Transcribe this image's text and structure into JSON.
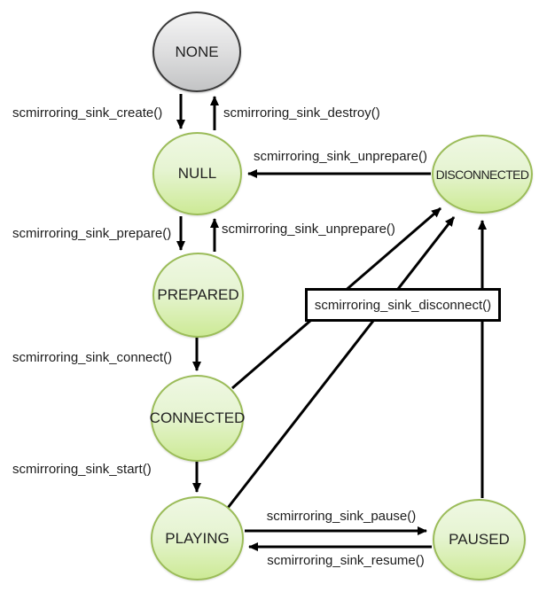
{
  "states": {
    "none": {
      "label": "NONE",
      "style": "gray"
    },
    "null": {
      "label": "NULL",
      "style": "green"
    },
    "prepared": {
      "label": "PREPARED",
      "style": "green"
    },
    "connected": {
      "label": "CONNECTED",
      "style": "green"
    },
    "playing": {
      "label": "PLAYING",
      "style": "green"
    },
    "paused": {
      "label": "PAUSED",
      "style": "green"
    },
    "disconnected": {
      "label": "DISCONNECTED",
      "style": "green"
    }
  },
  "transitions": {
    "create": {
      "label": "scmirroring_sink_create()",
      "from": "NONE",
      "to": "NULL"
    },
    "destroy": {
      "label": "scmirroring_sink_destroy()",
      "from": "NULL",
      "to": "NONE"
    },
    "unprepare_from_disconnected": {
      "label": "scmirroring_sink_unprepare()",
      "from": "DISCONNECTED",
      "to": "NULL"
    },
    "prepare": {
      "label": "scmirroring_sink_prepare()",
      "from": "NULL",
      "to": "PREPARED"
    },
    "unprepare_from_prepared": {
      "label": "scmirroring_sink_unprepare()",
      "from": "PREPARED",
      "to": "NULL"
    },
    "connect": {
      "label": "scmirroring_sink_connect()",
      "from": "PREPARED",
      "to": "CONNECTED"
    },
    "start": {
      "label": "scmirroring_sink_start()",
      "from": "CONNECTED",
      "to": "PLAYING"
    },
    "pause": {
      "label": "scmirroring_sink_pause()",
      "from": "PLAYING",
      "to": "PAUSED"
    },
    "resume": {
      "label": "scmirroring_sink_resume()",
      "from": "PAUSED",
      "to": "PLAYING"
    },
    "disconnect": {
      "label": "scmirroring_sink_disconnect()",
      "from": "CONNECTED, PLAYING, PAUSED",
      "to": "DISCONNECTED"
    }
  },
  "colors": {
    "state_green_fill_top": "#eff8e3",
    "state_green_fill_bottom": "#cdea96",
    "state_green_border": "#9bbc59",
    "state_gray_fill_top": "#f4f4f4",
    "state_gray_fill_bottom": "#c3c4c5",
    "state_gray_border": "#3a3a3a",
    "arrow": "#000000",
    "background": "#ffffff",
    "text": "#1c1c1c"
  }
}
